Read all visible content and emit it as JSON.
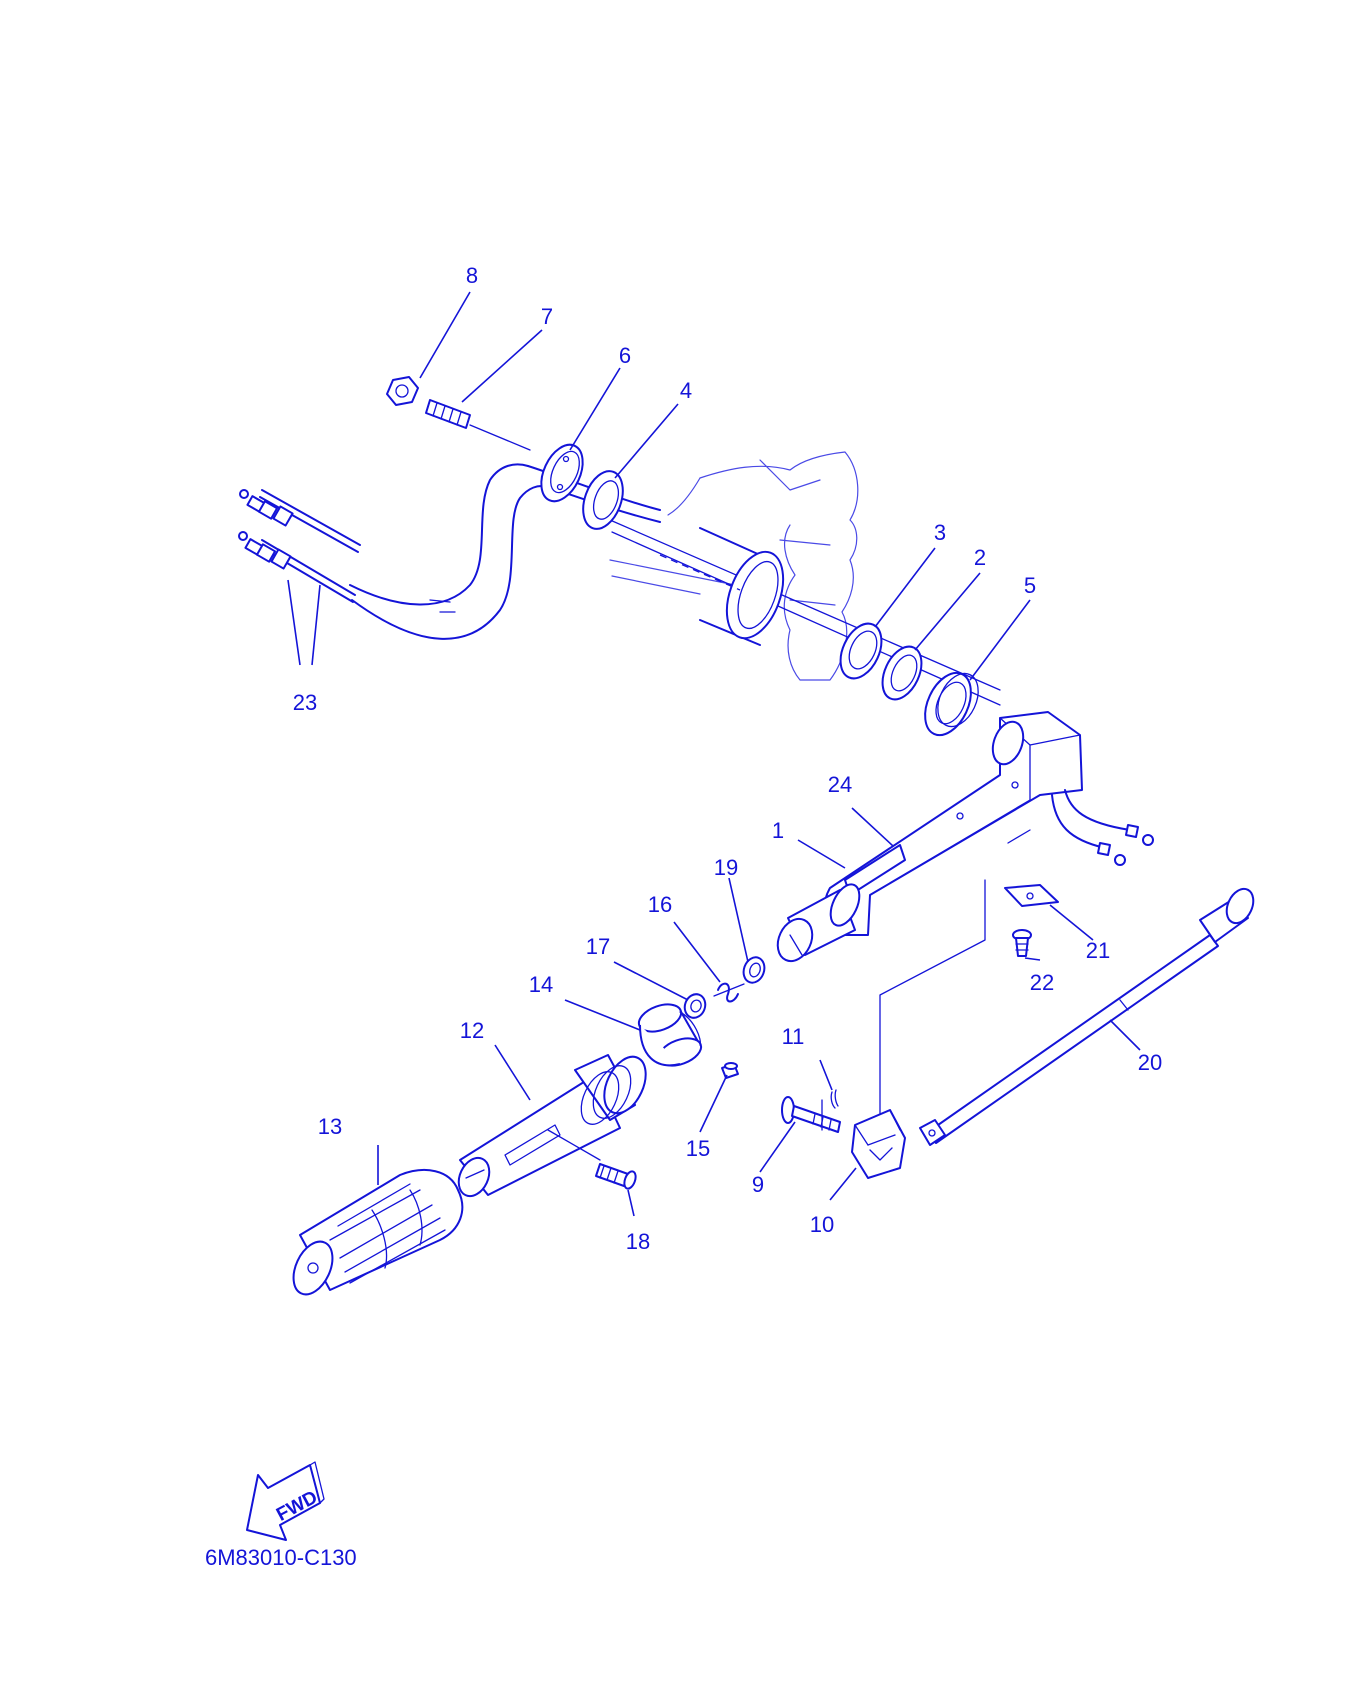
{
  "diagram": {
    "part_labels": [
      "1",
      "2",
      "3",
      "4",
      "5",
      "6",
      "7",
      "8",
      "9",
      "10",
      "11",
      "12",
      "13",
      "14",
      "15",
      "16",
      "17",
      "18",
      "19",
      "20",
      "21",
      "22",
      "23",
      "24"
    ],
    "direction_marker": "FWD",
    "drawing_code": "6M83010-C130",
    "line_color": "#1414d8"
  }
}
